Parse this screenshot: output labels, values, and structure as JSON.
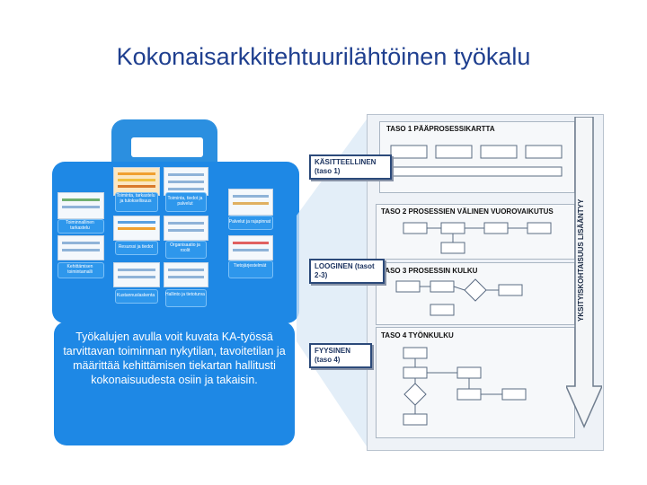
{
  "title": "Kokonaisarkkitehtuurilähtöinen työkalu",
  "tool": {
    "labels": [
      "Toiminta, tarkastelu ja tuloksellisuus",
      "Toiminta, tiedot ja palvelut",
      "Palvelut ja rajapinnat",
      "Toiminnallinen tarkastelu",
      "Resurssi ja tiedot",
      "Organisaatio ja roolit",
      "Kehittämisen toimintamalli",
      "Tietojärjestelmät",
      "Kustannuslaskenta",
      "Hallinto ja tietoturva"
    ]
  },
  "callout": {
    "text": "Työkalujen avulla voit kuvata KA-työssä tarvittavan toiminnan nykytilan, tavoitetilan ja määrittää kehittämisen tiekartan hallitusti kokonaisuudesta osiin ja takaisin."
  },
  "diagram": {
    "level1": "TASO 1 PÄÄPROSESSIKARTTA",
    "level2": "TASO 2 PROSESSIEN VÄLINEN VUOROVAIKUTUS",
    "level3": "TASO 3 PROSESSIN KULKU",
    "level4": "TASO 4 TYÖNKULKU",
    "tag_conceptual": "KÄSITTEELLINEN (taso 1)",
    "tag_logical": "LOOGINEN (tasot 2-3)",
    "tag_physical": "FYYSINEN (taso 4)",
    "vertical": "YKSITYISKOHTAISUUS LISÄÄNTYY"
  },
  "colors": {
    "title": "#1f3f8f",
    "panel": "#1e88e5",
    "tag_border": "#2c4a7a"
  }
}
